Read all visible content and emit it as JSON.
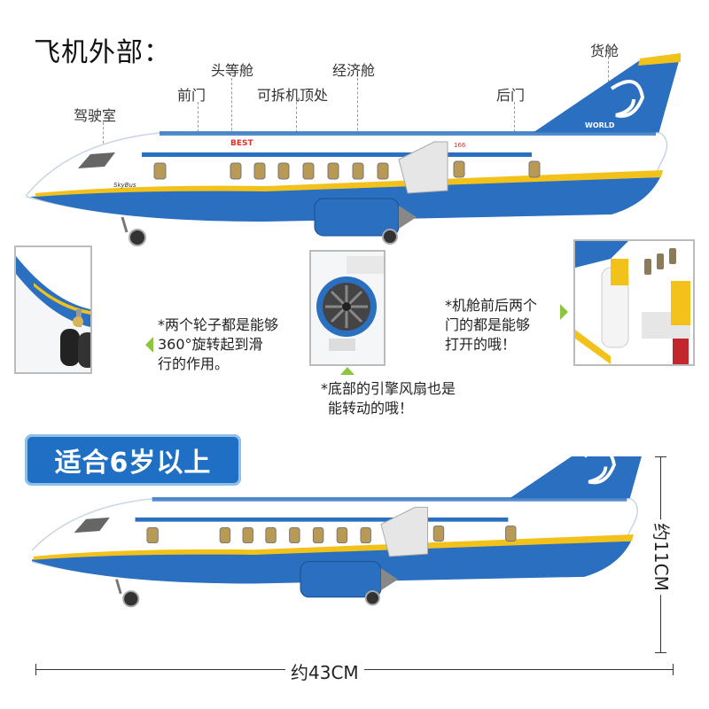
{
  "title": "飞机外部：",
  "labels": {
    "cargo": "货舱",
    "first_class": "头等舱",
    "economy": "经济舱",
    "front_door": "前门",
    "removable_roof": "可拆机顶处",
    "rear_door": "后门",
    "cockpit": "驾驶室"
  },
  "plane": {
    "logo_text": "BEST",
    "tail_text": "WORLD",
    "nose_text": "SkyBus",
    "number": "166"
  },
  "notes": {
    "wheels": [
      "*两个轮子都是能够",
      "360°旋转起到滑",
      "行的作用。"
    ],
    "engine": [
      "*底部的引擎风扇也是",
      "能转动的哦！"
    ],
    "doors": [
      "*机舱前后两个",
      "门的都是能够",
      "打开的哦！"
    ]
  },
  "badge": "适合6岁以上",
  "dimensions": {
    "length": "约43CM",
    "height": "约11CM"
  },
  "colors": {
    "body_blue": "#2a6fc0",
    "stripe_yellow": "#f2c21b",
    "arrow_green": "#8cc63f",
    "badge_blue": "#1f6fc4"
  }
}
